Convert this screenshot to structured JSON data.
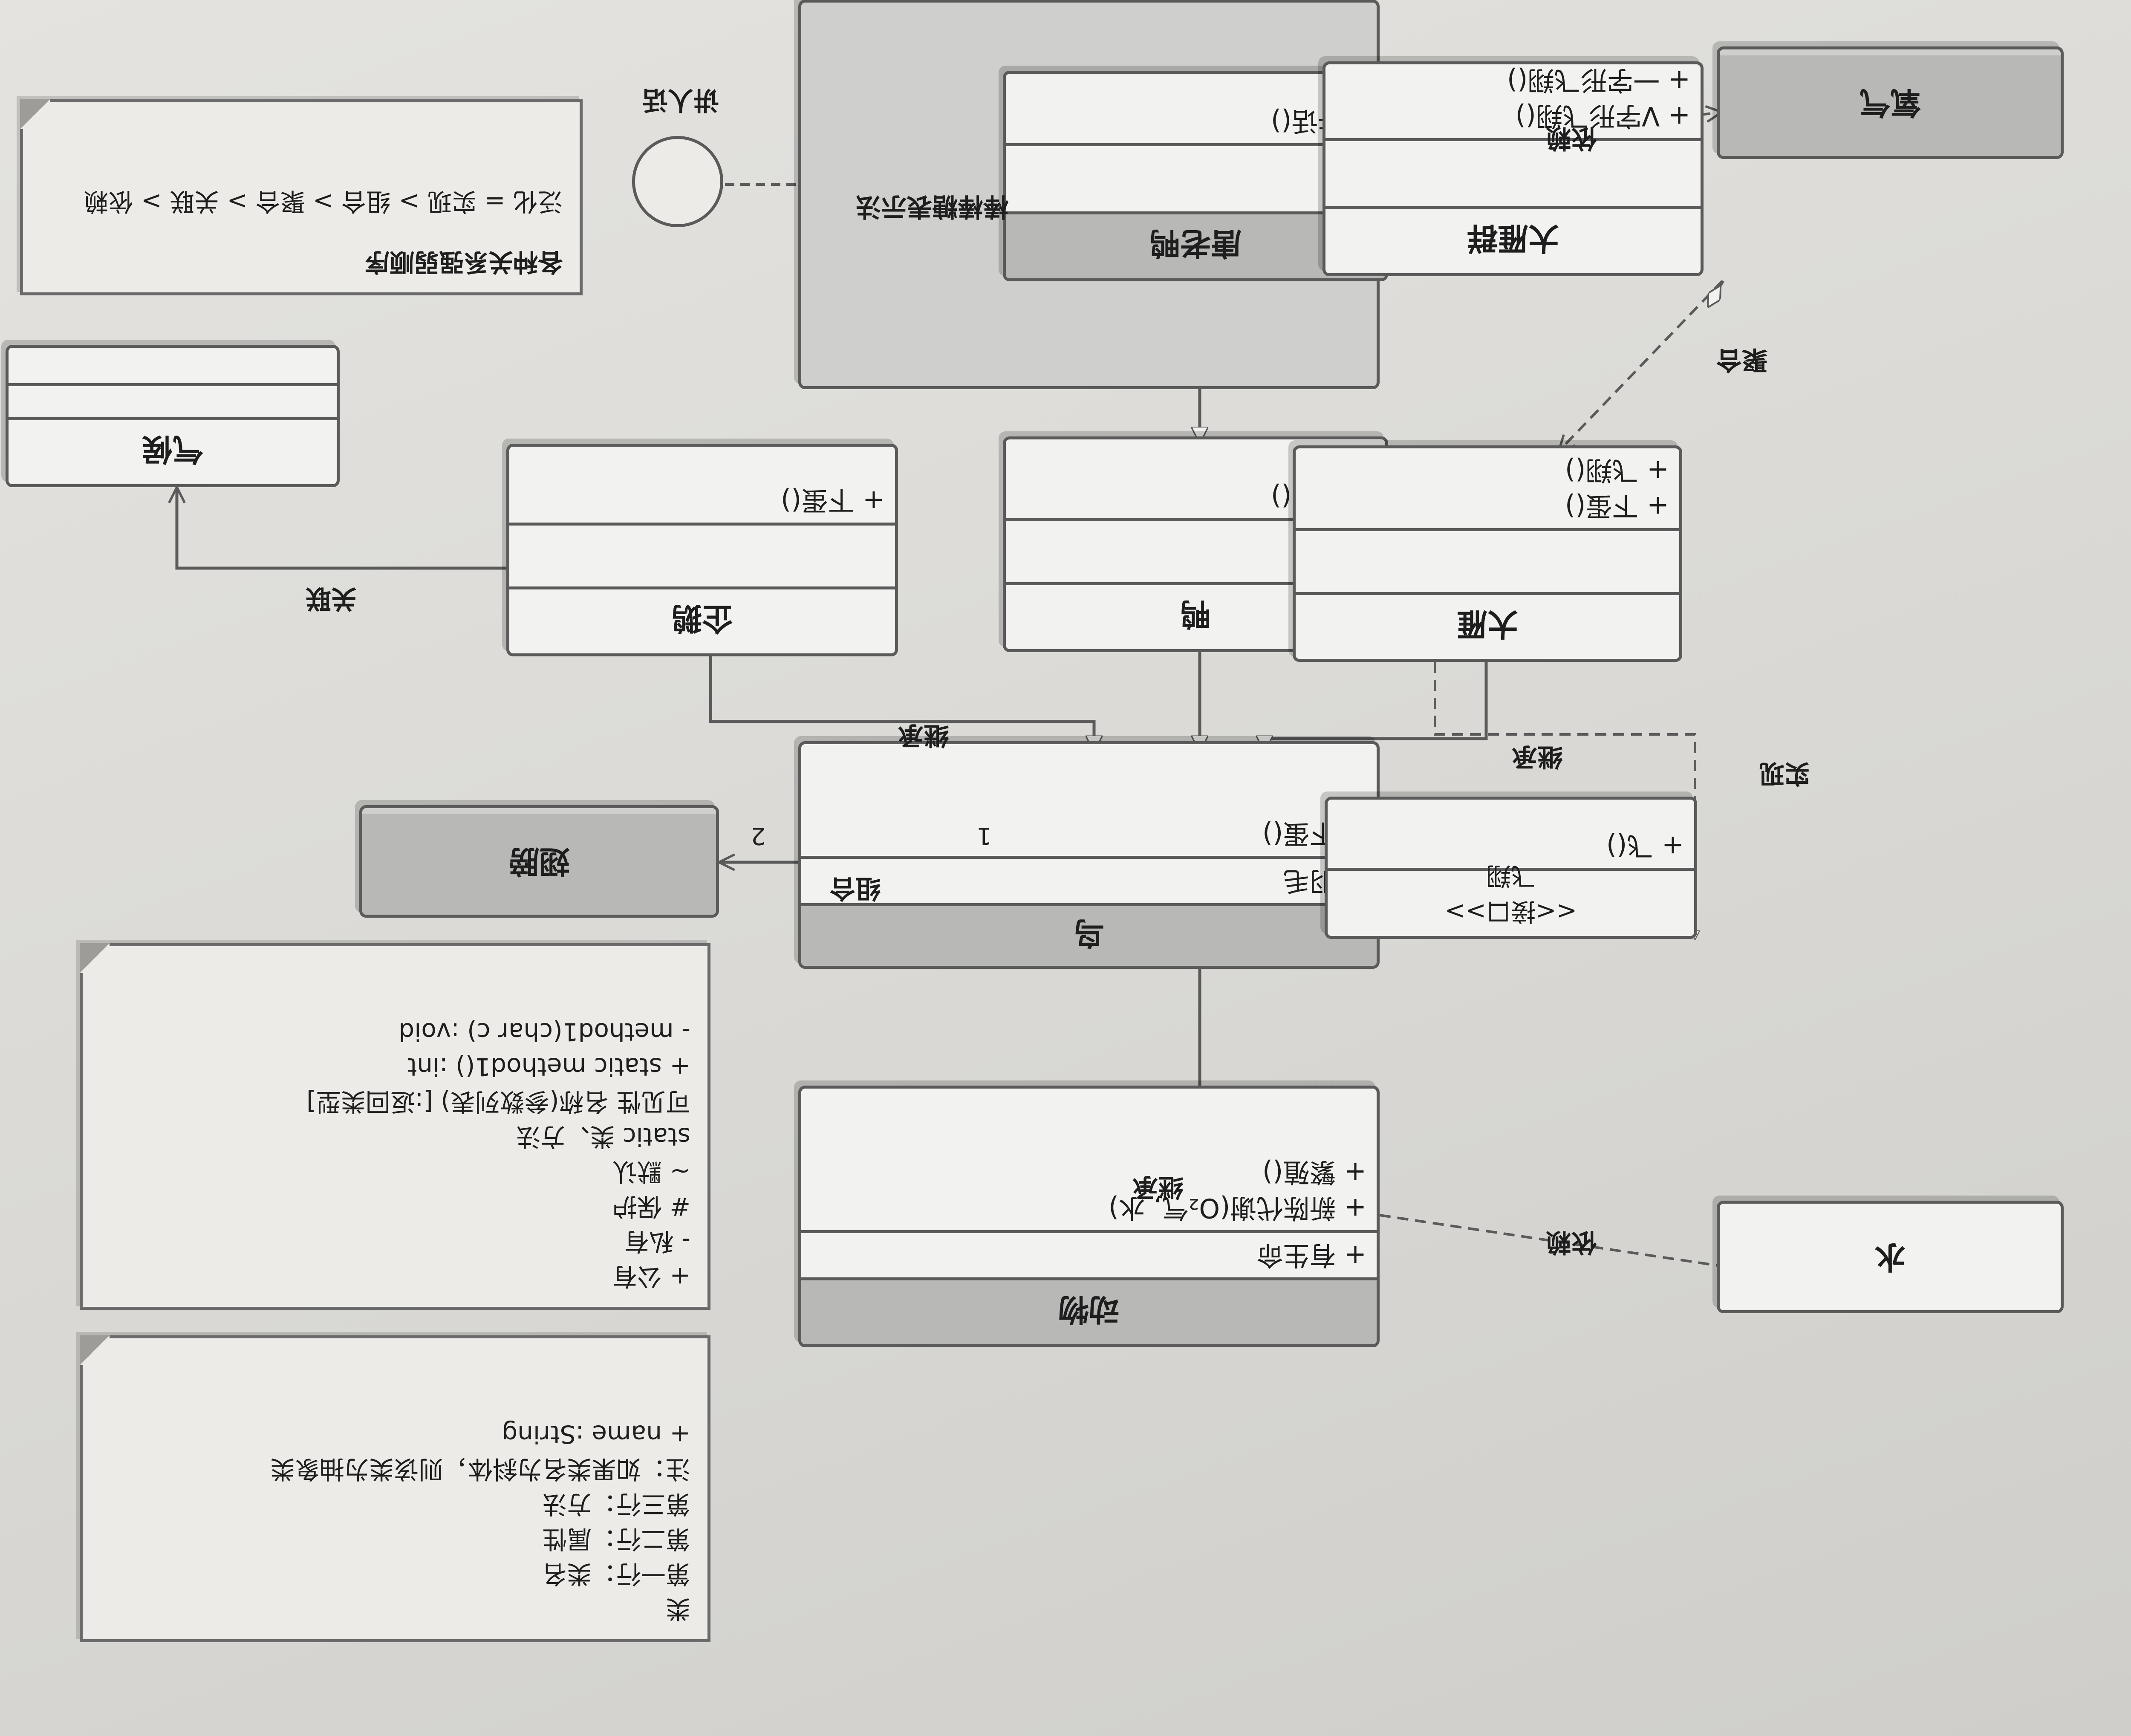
{
  "classes": {
    "animal": {
      "name": "动物",
      "attributes": [
        "+ 有生命"
      ],
      "methods": [
        "+ 新陈代谢(O₂气, 水)",
        "+ 繁殖()"
      ]
    },
    "bird": {
      "name": "鸟",
      "attributes": [
        "+ 羽毛"
      ],
      "methods": [
        "+ 下蛋()"
      ]
    },
    "duck": {
      "name": "鸭",
      "attributes": [],
      "methods": [
        "+ 下蛋()"
      ]
    },
    "tang_duck": {
      "name": "唐老鸭",
      "attributes": [],
      "methods": [
        "+ 讲话()"
      ]
    },
    "penguin": {
      "name": "企鹅",
      "attributes": [],
      "methods": [
        "+ 下蛋()"
      ]
    },
    "goose": {
      "name": "大雁",
      "attributes": [],
      "methods": [
        "+ 下蛋()",
        "+ 飞翔()"
      ]
    },
    "goose_flock": {
      "name": "大雁群",
      "attributes": [],
      "methods": [
        "+ V字形飞翔()",
        "+ 一字形飞翔()"
      ]
    },
    "fly_iface": {
      "stereotype": "<<接口>>",
      "name": "飞翔",
      "methods": [
        "+ 飞()"
      ]
    },
    "wing": {
      "name": "翅膀"
    },
    "climate": {
      "name": "气候",
      "attributes": [],
      "methods": []
    },
    "oxygen": {
      "name": "氧气"
    },
    "water": {
      "name": "水"
    }
  },
  "interface_lollipop": {
    "name": "讲人话",
    "caption": "棒棒糖表示法"
  },
  "relations": {
    "inherit_animal_bird": "继承",
    "inherit_bird_subs": "继承",
    "inherit_bird_subs_2": "继承",
    "composition": "组合",
    "composition_mult_bird": "1",
    "composition_mult_wing": "2",
    "realize": "实现",
    "aggregation": "聚合",
    "association": "关联",
    "dep_oxygen": "依赖",
    "dep_water": "依赖"
  },
  "notes": {
    "strength": {
      "title": "各种关系强弱顺序",
      "text": "泛化 = 实现 > 组合 > 聚合 > 关联 > 依赖"
    },
    "class_desc": {
      "lines": [
        "类",
        "第一行：类名",
        "第二行：属性",
        "第三行：方法",
        "注：如果类名为斜体，则该类为抽象类",
        "+ name :String"
      ]
    },
    "visibility": {
      "lines": [
        "+ 公有",
        "- 私有",
        "# 保护",
        "~ 默认",
        "static 类、方法",
        "可见性 名称(参数列表) [:返回类型]",
        "+ static method1() :int",
        "- method1(char c) :void"
      ]
    }
  },
  "colors": {
    "paper": "#dcdbd7",
    "box": "#f2f2f0",
    "header": "#b8b8b6",
    "line": "#5a5a5a"
  }
}
